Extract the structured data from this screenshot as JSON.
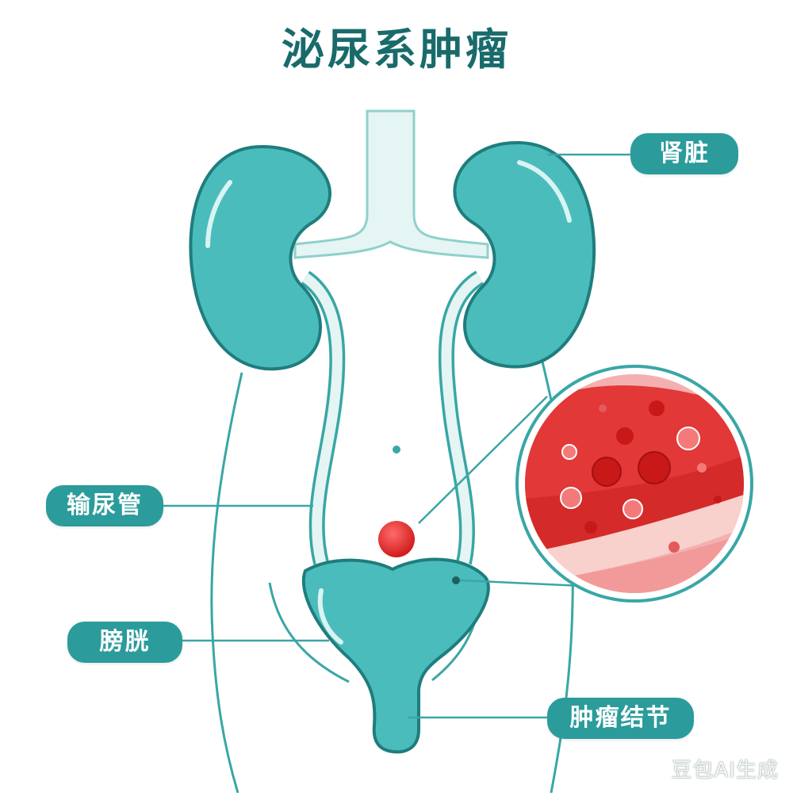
{
  "title": "泌尿系肿瘤",
  "labels": {
    "kidney": "肾脏",
    "ureter": "输尿管",
    "bladder": "膀胱",
    "tumor_nodule": "肿瘤结节"
  },
  "watermark": "豆包AI生成",
  "colors": {
    "title": "#196b6b",
    "label_bg": "#2b9b9b",
    "organ_fill": "#4bbcbc",
    "organ_stroke": "#1f7d7d",
    "body_outline": "#3aa6a6",
    "vessel_fill": "#d9f2f0",
    "tumor": "#e02a2a",
    "tissue_pink": "#f6a4a4"
  }
}
